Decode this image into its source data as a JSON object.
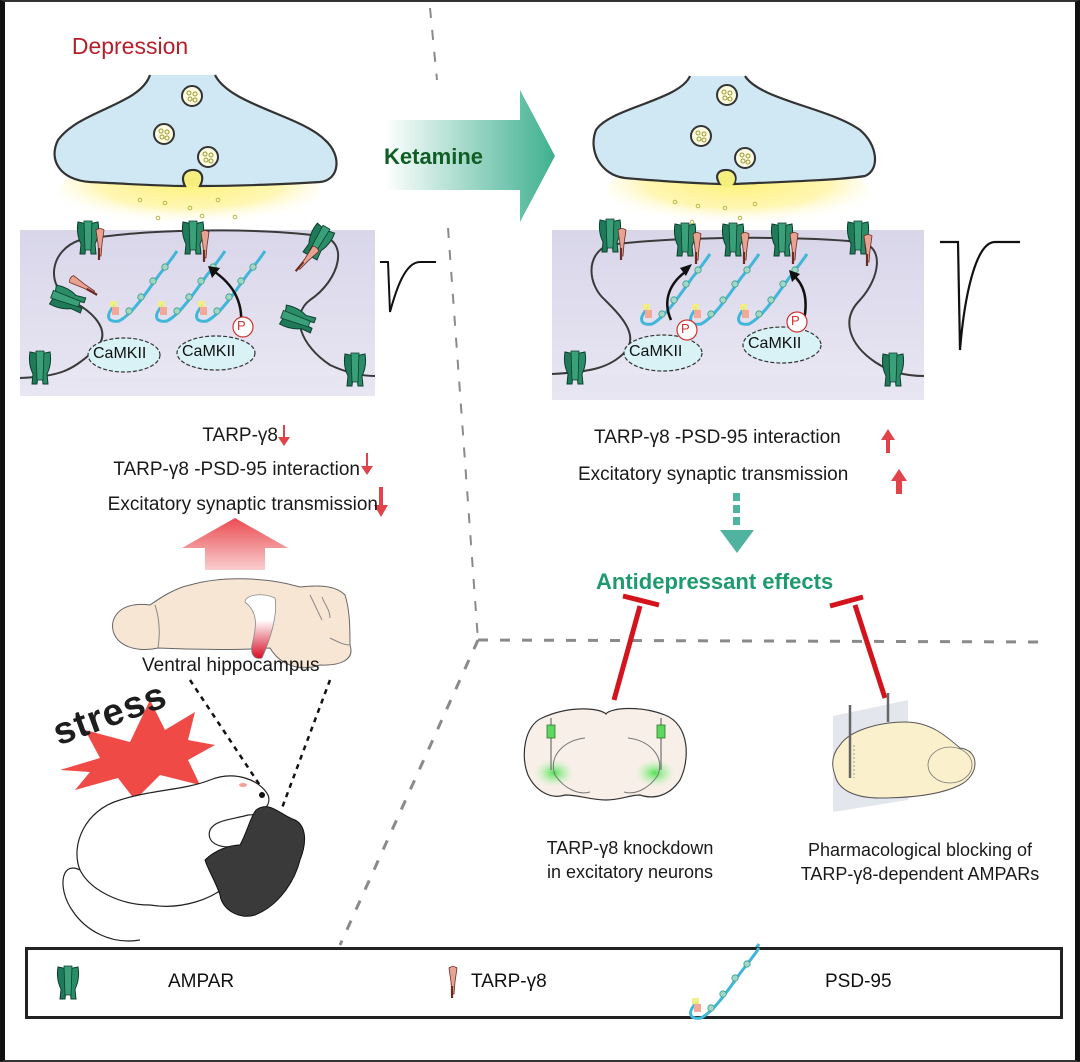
{
  "figure": {
    "left_panel": {
      "title": "Depression",
      "camkii_labels": [
        "CaMKII",
        "CaMKII"
      ],
      "phospho_label": "P",
      "findings": [
        {
          "text": "TARP-γ8",
          "direction": "down"
        },
        {
          "text": "TARP-γ8 -PSD-95 interaction",
          "direction": "down"
        },
        {
          "text": "Excitatory synaptic transmission",
          "direction": "down"
        }
      ],
      "brain_region_label": "Ventral hippocampus",
      "stress_label": "stress"
    },
    "treatment_arrow": {
      "label": "Ketamine"
    },
    "right_panel": {
      "camkii_labels": [
        "CaMKII",
        "CaMKII"
      ],
      "phospho_label": "P",
      "findings": [
        {
          "text": "TARP-γ8 -PSD-95 interaction",
          "direction": "up"
        },
        {
          "text": "Excitatory synaptic transmission",
          "direction": "up"
        }
      ],
      "outcome": "Antidepressant effects",
      "interventions": [
        {
          "caption_lines": [
            "TARP-γ8 knockdown",
            "in excitatory neurons"
          ]
        },
        {
          "caption_lines": [
            "Pharmacological blocking of",
            "TARP-γ8-dependent AMPARs"
          ]
        }
      ]
    },
    "legend": [
      {
        "icon": "ampar-icon",
        "label": "AMPAR"
      },
      {
        "icon": "tarp-icon",
        "label": "TARP-γ8"
      },
      {
        "icon": "psd95-icon",
        "label": "PSD-95"
      }
    ],
    "colors": {
      "depression_red": "#b51f2a",
      "ketamine_green": "#0f5e25",
      "antidepressant_green": "#1e9a6e",
      "arrow_red": "#e0444a",
      "inhibition_red": "#d3141c",
      "ampar_green": "#1f7a5a",
      "presynapse_blue": "#cfe8f3",
      "postsynapse_lavender": "#e3e0ef"
    }
  }
}
